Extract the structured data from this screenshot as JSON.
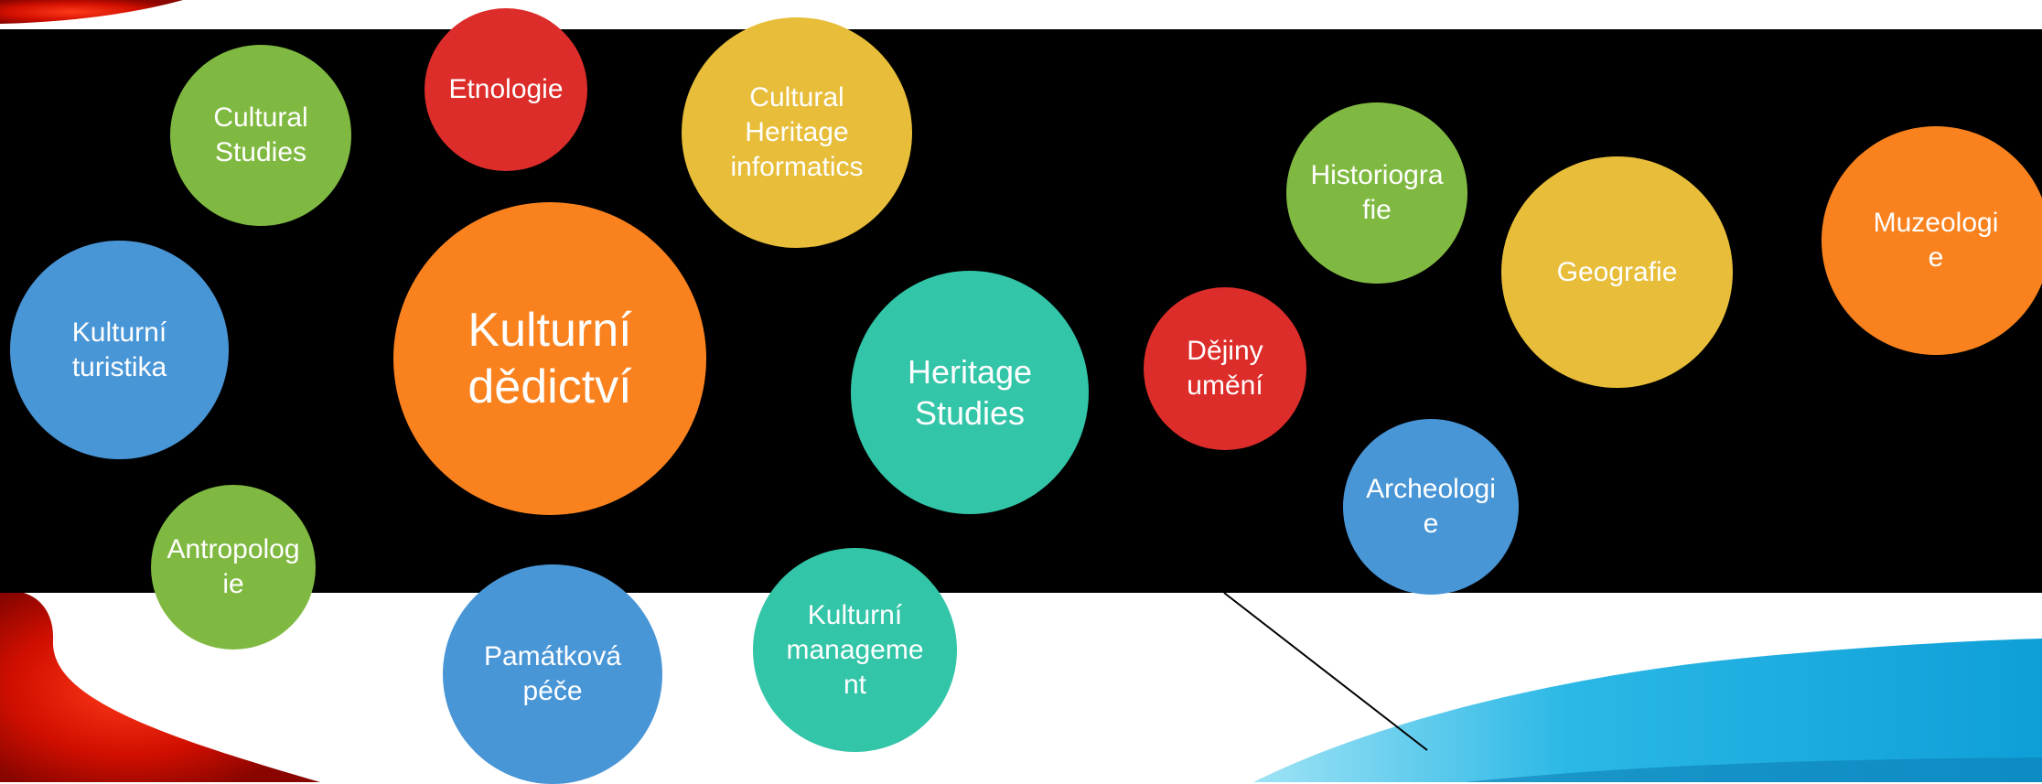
{
  "colors": {
    "orange": "#f9821f",
    "green": "#80b941",
    "red": "#dd2d2a",
    "yellow": "#e7bd39",
    "blue": "#4996d7",
    "teal": "#33c5a8",
    "band": "#000000",
    "background": "#ffffff"
  },
  "bubbles": {
    "kulturni_dedictvi": {
      "label": "Kulturní\ndědictví",
      "color": "orange"
    },
    "cultural_studies": {
      "label": "Cultural\nStudies",
      "color": "green"
    },
    "etnologie": {
      "label": "Etnologie",
      "color": "red"
    },
    "cultural_heritage_informatics": {
      "label": "Cultural\nHeritage\ninformatics",
      "color": "yellow"
    },
    "kulturni_turistika": {
      "label": "Kulturní\nturistika",
      "color": "blue"
    },
    "heritage_studies": {
      "label": "Heritage\nStudies",
      "color": "teal"
    },
    "dejiny_umeni": {
      "label": "Dějiny\numění",
      "color": "red"
    },
    "historiografie": {
      "label": "Historiogra\nfie",
      "color": "green"
    },
    "geografie": {
      "label": "Geografie",
      "color": "yellow"
    },
    "muzeologie": {
      "label": "Muzeologi\ne",
      "color": "orange"
    },
    "archeologie": {
      "label": "Archeologi\ne",
      "color": "blue"
    },
    "antropologie": {
      "label": "Antropolog\nie",
      "color": "green"
    },
    "pamatkova_pece": {
      "label": "Památková\npéče",
      "color": "blue"
    },
    "kulturni_management": {
      "label": "Kulturní\nmanageme\nnt",
      "color": "teal"
    }
  }
}
